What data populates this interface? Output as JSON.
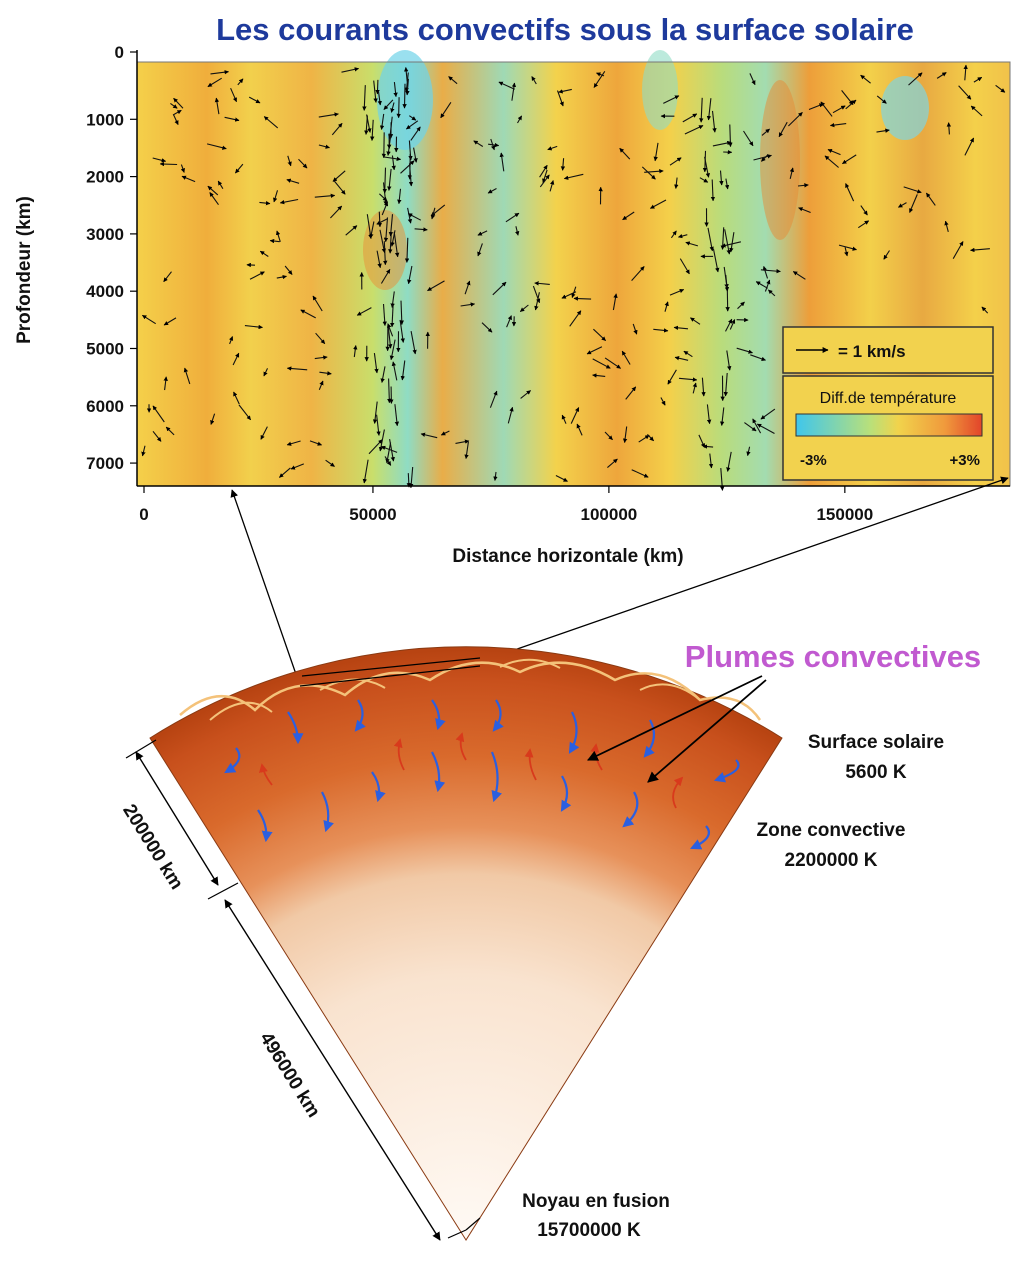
{
  "title": "Les courants convectifs sous la surface solaire",
  "chart": {
    "xlabel": "Distance horizontale (km)",
    "ylabel": "Profondeur (km)",
    "xlim": [
      0,
      185000
    ],
    "ylim": [
      7400,
      0
    ],
    "x_ticks": [
      "0",
      "50000",
      "100000",
      "150000"
    ],
    "y_ticks": [
      "0",
      "1000",
      "2000",
      "3000",
      "4000",
      "5000",
      "6000",
      "7000"
    ],
    "legend": {
      "velocity_label": "= 1 km/s",
      "temperature_title": "Diff.de température",
      "min_label": "-3%",
      "max_label": "+3%"
    },
    "colors": {
      "cold": "#3fc6ec",
      "mid": "#f1d34c",
      "hot": "#e2442a"
    }
  },
  "diagram": {
    "plumes_label": "Plumes convectives",
    "surface_label": "Surface solaire",
    "surface_temp": "5600 K",
    "zone_label": "Zone convective",
    "zone_temp": "2200000 K",
    "core_label": "Noyau en fusion",
    "core_temp": "15700000 K",
    "dim_outer": "200000 km",
    "dim_inner": "496000 km",
    "colors": {
      "down_flow": "#2b5fe0",
      "up_flow": "#d83a1c",
      "cell": "#f4c27a",
      "plumes": "#c15ad0"
    }
  }
}
